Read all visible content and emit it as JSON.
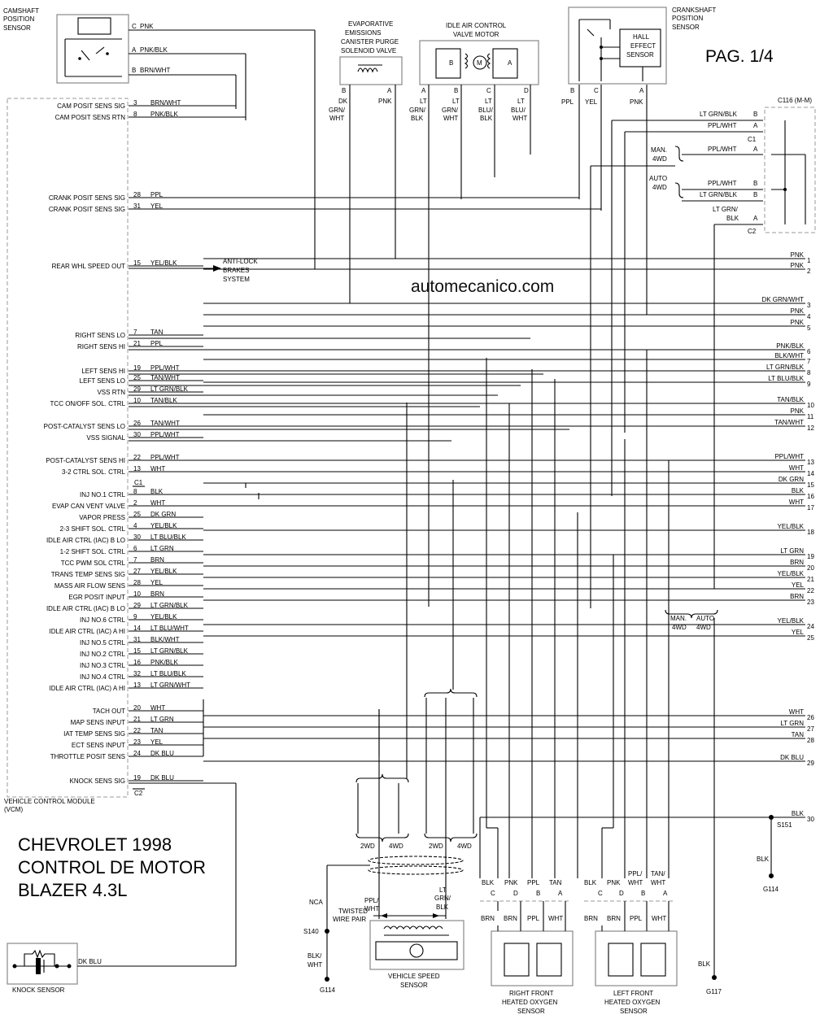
{
  "title": {
    "line1": "CHEVROLET 1998",
    "line2": "CONTROL DE MOTOR",
    "line3": "BLAZER 4.3L"
  },
  "page": "PAG. 1/4",
  "watermark": "automecanico.com",
  "vcm": {
    "label1": "VEHICLE CONTROL MODULE",
    "label2": "(VCM)",
    "conn1": "C1",
    "conn2": "C2",
    "pins": [
      {
        "name": "CAM POSIT SENS SIG",
        "pin": "3",
        "color": "BRN/WHT"
      },
      {
        "name": "CAM POSIT SENS RTN",
        "pin": "8",
        "color": "PNK/BLK"
      },
      {
        "name": "CRANK POSIT SENS SIG",
        "pin": "28",
        "color": "PPL"
      },
      {
        "name": "CRANK POSIT SENS SIG",
        "pin": "31",
        "color": "YEL"
      },
      {
        "name": "REAR WHL SPEED OUT",
        "pin": "15",
        "color": "YEL/BLK"
      },
      {
        "name": "RIGHT SENS LO",
        "pin": "7",
        "color": "TAN"
      },
      {
        "name": "RIGHT SENS HI",
        "pin": "21",
        "color": "PPL"
      },
      {
        "name": "LEFT SENS HI",
        "pin": "19",
        "color": "PPL/WHT"
      },
      {
        "name": "LEFT SENS LO",
        "pin": "25",
        "color": "TAN/WHT"
      },
      {
        "name": "VSS RTN",
        "pin": "29",
        "color": "LT GRN/BLK"
      },
      {
        "name": "TCC ON/OFF SOL. CTRL",
        "pin": "10",
        "color": "TAN/BLK"
      },
      {
        "name": "POST-CATALYST SENS LO",
        "pin": "26",
        "color": "TAN/WHT"
      },
      {
        "name": "VSS SIGNAL",
        "pin": "30",
        "color": "PPL/WHT"
      },
      {
        "name": "POST-CATALYST SENS HI",
        "pin": "22",
        "color": "PPL/WHT"
      },
      {
        "name": "3-2 CTRL SOL. CTRL",
        "pin": "13",
        "color": "WHT"
      },
      {
        "name": "INJ NO.1 CTRL",
        "pin": "8",
        "color": "BLK"
      },
      {
        "name": "EVAP CAN VENT VALVE",
        "pin": "2",
        "color": "WHT"
      },
      {
        "name": "VAPOR PRESS",
        "pin": "25",
        "color": "DK GRN"
      },
      {
        "name": "2-3 SHIFT SOL. CTRL",
        "pin": "4",
        "color": "YEL/BLK"
      },
      {
        "name": "IDLE AIR CTRL (IAC) B LO",
        "pin": "30",
        "color": "LT BLU/BLK"
      },
      {
        "name": "1-2 SHIFT SOL. CTRL",
        "pin": "6",
        "color": "LT GRN"
      },
      {
        "name": "TCC PWM SOL CTRL",
        "pin": "7",
        "color": "BRN"
      },
      {
        "name": "TRANS TEMP SENS SIG",
        "pin": "27",
        "color": "YEL/BLK"
      },
      {
        "name": "MASS AIR FLOW SENS",
        "pin": "28",
        "color": "YEL"
      },
      {
        "name": "EGR POSIT INPUT",
        "pin": "10",
        "color": "BRN"
      },
      {
        "name": "IDLE AIR CTRL (IAC) B LO",
        "pin": "29",
        "color": "LT GRN/BLK"
      },
      {
        "name": "INJ NO.6 CTRL",
        "pin": "9",
        "color": "YEL/BLK"
      },
      {
        "name": "IDLE AIR CTRL (IAC) A HI",
        "pin": "14",
        "color": "LT BLU/WHT"
      },
      {
        "name": "INJ NO.5 CTRL",
        "pin": "31",
        "color": "BLK/WHT"
      },
      {
        "name": "INJ NO.2 CTRL",
        "pin": "15",
        "color": "LT GRN/BLK"
      },
      {
        "name": "INJ NO.3 CTRL",
        "pin": "16",
        "color": "PNK/BLK"
      },
      {
        "name": "INJ NO.4 CTRL",
        "pin": "32",
        "color": "LT BLU/BLK"
      },
      {
        "name": "IDLE AIR CTRL (IAC) A HI",
        "pin": "13",
        "color": "LT GRN/WHT"
      },
      {
        "name": "TACH OUT",
        "pin": "20",
        "color": "WHT"
      },
      {
        "name": "MAP SENS INPUT",
        "pin": "21",
        "color": "LT GRN"
      },
      {
        "name": "IAT TEMP SENS SIG",
        "pin": "22",
        "color": "TAN"
      },
      {
        "name": "ECT SENS INPUT",
        "pin": "23",
        "color": "YEL"
      },
      {
        "name": "THROTTLE POSIT SENS",
        "pin": "24",
        "color": "DK BLU"
      },
      {
        "name": "KNOCK SENS SIG",
        "pin": "19",
        "color": "DK BLU"
      }
    ]
  },
  "right_wires": [
    {
      "color": "PNK",
      "num": "1"
    },
    {
      "color": "PNK",
      "num": "2"
    },
    {
      "color": "DK GRN/WHT",
      "num": "3"
    },
    {
      "color": "PNK",
      "num": "4"
    },
    {
      "color": "PNK",
      "num": "5"
    },
    {
      "color": "PNK/BLK",
      "num": "6"
    },
    {
      "color": "BLK/WHT",
      "num": "7"
    },
    {
      "color": "LT GRN/BLK",
      "num": "8"
    },
    {
      "color": "LT BLU/BLK",
      "num": "9"
    },
    {
      "color": "TAN/BLK",
      "num": "10"
    },
    {
      "color": "PNK",
      "num": "11"
    },
    {
      "color": "TAN/WHT",
      "num": "12"
    },
    {
      "color": "PPL/WHT",
      "num": "13"
    },
    {
      "color": "WHT",
      "num": "14"
    },
    {
      "color": "DK GRN",
      "num": "15"
    },
    {
      "color": "BLK",
      "num": "16"
    },
    {
      "color": "WHT",
      "num": "17"
    },
    {
      "color": "YEL/BLK",
      "num": "18"
    },
    {
      "color": "LT GRN",
      "num": "19"
    },
    {
      "color": "BRN",
      "num": "20"
    },
    {
      "color": "YEL/BLK",
      "num": "21"
    },
    {
      "color": "YEL",
      "num": "22"
    },
    {
      "color": "BRN",
      "num": "23"
    },
    {
      "color": "YEL/BLK",
      "num": "24"
    },
    {
      "color": "YEL",
      "num": "25"
    },
    {
      "color": "WHT",
      "num": "26"
    },
    {
      "color": "LT GRN",
      "num": "27"
    },
    {
      "color": "TAN",
      "num": "28"
    },
    {
      "color": "DK BLU",
      "num": "29"
    },
    {
      "color": "BLK",
      "num": "30"
    }
  ],
  "components": {
    "cam_sensor": {
      "l1": "CAMSHAFT",
      "l2": "POSITION",
      "l3": "SENSOR",
      "pc": "C",
      "pa": "A",
      "pb": "B",
      "wc": "PNK",
      "wa": "PNK/BLK",
      "wb": "BRN/WHT"
    },
    "evap": {
      "l1": "EVAPORATIVE",
      "l2": "EMISSIONS",
      "l3": "CANISTER PURGE",
      "l4": "SOLENOID VALVE",
      "pb": "B",
      "pa": "A",
      "wb1": "DK",
      "wb2": "GRN/",
      "wb3": "WHT",
      "wa": "PNK"
    },
    "iac": {
      "l1": "IDLE AIR CONTROL",
      "l2": "VALVE MOTOR",
      "cb": "B",
      "ca": "A",
      "m": "M",
      "pins": [
        "A",
        "B",
        "C",
        "D"
      ],
      "w": [
        [
          "LT",
          "GRN/",
          "BLK"
        ],
        [
          "LT",
          "GRN/",
          "WHT"
        ],
        [
          "LT",
          "BLU/",
          "BLK"
        ],
        [
          "LT",
          "BLU/",
          "WHT"
        ]
      ]
    },
    "crank": {
      "l1": "CRANKSHAFT",
      "l2": "POSITION",
      "l3": "SENSOR",
      "hall1": "HALL",
      "hall2": "EFFECT",
      "hall3": "SENSOR",
      "pins": [
        "B",
        "C",
        "A"
      ],
      "w": [
        "PPL",
        "YEL",
        "PNK"
      ]
    },
    "c116": {
      "label": "C116 (M-M)",
      "c1": "C1",
      "c2": "C2",
      "rows": [
        {
          "w": "LT GRN/BLK",
          "p": "B"
        },
        {
          "w": "PPL/WHT",
          "p": "A"
        },
        {
          "w": "PPL/WHT",
          "p": "A"
        },
        {
          "w": "PPL/WHT",
          "p": "B"
        },
        {
          "w": "LT GRN/BLK",
          "p": "B"
        },
        {
          "w": "LT GRN/",
          "p": "A"
        }
      ],
      "w6b": "BLK",
      "man": "MAN.",
      "wd4": "4WD",
      "auto": "AUTO"
    },
    "abs": {
      "l1": "ANTI-LOCK",
      "l2": "BRAKES",
      "l3": "SYSTEM"
    },
    "man_auto": {
      "man": "MAN.",
      "wd": "4WD",
      "auto": "AUTO"
    },
    "wd": {
      "w2": "2WD",
      "w4": "4WD"
    },
    "vss": {
      "l1": "VEHICLE SPEED",
      "l2": "SENSOR",
      "ppl1": "PPL/",
      "ppl2": "WHT",
      "lt1": "LT",
      "lt2": "GRN/",
      "lt3": "BLK",
      "tw1": "TWISTED",
      "tw2": "WIRE PAIR",
      "nca": "NCA"
    },
    "s140": {
      "label": "S140",
      "w1": "BLK/",
      "w2": "WHT",
      "g": "G114"
    },
    "s151": {
      "label": "S151",
      "w": "BLK",
      "g": "G114"
    },
    "g117": {
      "w": "BLK",
      "g": "G117"
    },
    "rfo2": {
      "l1": "RIGHT FRONT",
      "l2": "HEATED OXYGEN",
      "l3": "SENSOR",
      "top": [
        "BLK",
        "PNK",
        "PPL",
        "TAN"
      ],
      "pins": [
        "C",
        "D",
        "B",
        "A"
      ],
      "bot": [
        "BRN",
        "BRN",
        "PPL",
        "WHT"
      ]
    },
    "lfo2": {
      "l1": "LEFT FRONT",
      "l2": "HEATED OXYGEN",
      "l3": "SENSOR",
      "top": [
        "BLK",
        "PNK",
        "PPL/",
        "TAN/"
      ],
      "top2": [
        "",
        "",
        "WHT",
        "WHT"
      ],
      "pins": [
        "C",
        "D",
        "B",
        "A"
      ],
      "bot": [
        "BRN",
        "BRN",
        "PPL",
        "WHT"
      ]
    },
    "knock": {
      "label": "KNOCK SENSOR",
      "w": "DK BLU"
    }
  }
}
